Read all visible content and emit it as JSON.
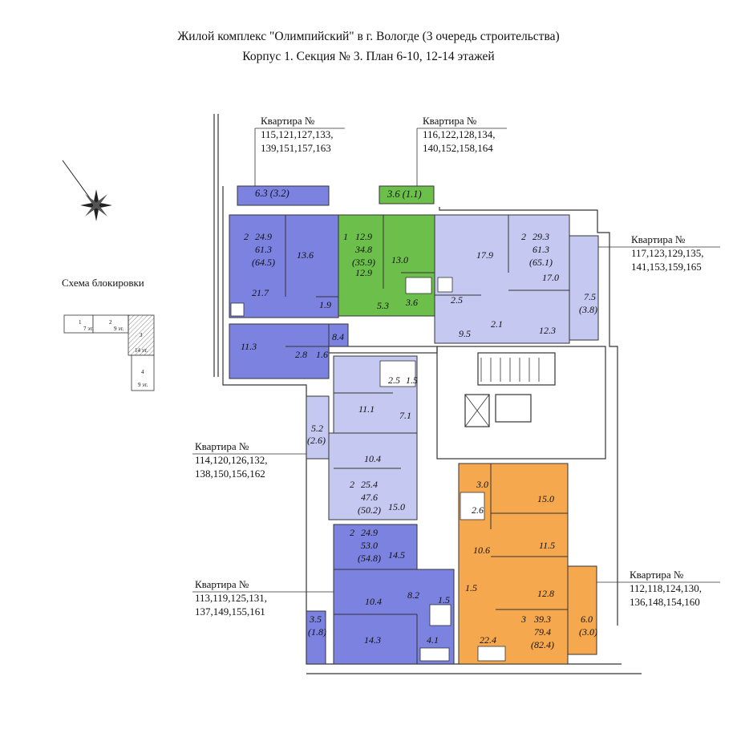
{
  "header": {
    "title_line1": "Жилой комплекс \"Олимпийский\" в г. Вологде (3 очередь строительства)",
    "title_line2": "Корпус 1. Секция № 3. План 6-10, 12-14 этажей"
  },
  "colors": {
    "blue": "#7b82e0",
    "green": "#6cbf4a",
    "lavender": "#c5c9f1",
    "orange": "#f6a84e",
    "wall": "#222222"
  },
  "schema": {
    "title": "Схема блокировки",
    "blocks": [
      {
        "num": "1",
        "note": "7 эт."
      },
      {
        "num": "2",
        "note": "9 эт."
      },
      {
        "num": "3",
        "note": "14 эт."
      },
      {
        "num": "4",
        "note": "9 эт."
      }
    ]
  },
  "apartments": [
    {
      "id": "apt-blue-top",
      "label": "Квартира №",
      "numbers_line1": "115,121,127,133,",
      "numbers_line2": "139,151,157,163",
      "rooms": "2",
      "living": "24.9",
      "total": "61.3",
      "total_with_balcony": "(64.5)"
    },
    {
      "id": "apt-green",
      "label": "Квартира №",
      "numbers_line1": "116,122,128,134,",
      "numbers_line2": "140,152,158,164",
      "rooms": "1",
      "living": "12.9",
      "total": "34.8",
      "total_with_balcony": "(35.9)"
    },
    {
      "id": "apt-lav-right",
      "label": "Квартира №",
      "numbers_line1": "117,123,129,135,",
      "numbers_line2": "141,153,159,165",
      "rooms": "2",
      "living": "29.3",
      "total": "61.3",
      "total_with_balcony": "(65.1)"
    },
    {
      "id": "apt-lav-mid",
      "label": "Квартира №",
      "numbers_line1": "114,120,126,132,",
      "numbers_line2": "138,150,156,162",
      "rooms": "2",
      "living": "25.4",
      "total": "47.6",
      "total_with_balcony": "(50.2)"
    },
    {
      "id": "apt-blue-bottom",
      "label": "Квартира №",
      "numbers_line1": "113,119,125,131,",
      "numbers_line2": "137,149,155,161",
      "rooms": "2",
      "living": "24.9",
      "total": "53.0",
      "total_with_balcony": "(54.8)"
    },
    {
      "id": "apt-orange",
      "label": "Квартира №",
      "numbers_line1": "112,118,124,130,",
      "numbers_line2": "136,148,154,160",
      "rooms": "3",
      "living": "39.3",
      "total": "79.4",
      "total_with_balcony": "(82.4)"
    }
  ],
  "room_areas": {
    "blue_top": [
      "6.3 (3.2)",
      "21.7",
      "13.6",
      "1.9",
      "11.3",
      "2.8",
      "1.6",
      "8.4"
    ],
    "green": [
      "3.6 (1.1)",
      "12.9",
      "13.0",
      "5.3",
      "3.6"
    ],
    "lav_right": [
      "17.9",
      "17.0",
      "2.5",
      "2.1",
      "9.5",
      "12.3",
      "7.5",
      "(3.8)"
    ],
    "lav_mid": [
      "2.5",
      "1.5",
      "11.1",
      "7.1",
      "5.2",
      "(2.6)",
      "10.4",
      "15.0"
    ],
    "blue_bottom": [
      "14.5",
      "10.4",
      "8.2",
      "1.5",
      "14.3",
      "4.1",
      "3.5",
      "(1.8)"
    ],
    "orange": [
      "3.0",
      "2.6",
      "15.0",
      "10.6",
      "11.5",
      "1.5",
      "12.8",
      "6.0",
      "(3.0)",
      "22.4"
    ]
  }
}
